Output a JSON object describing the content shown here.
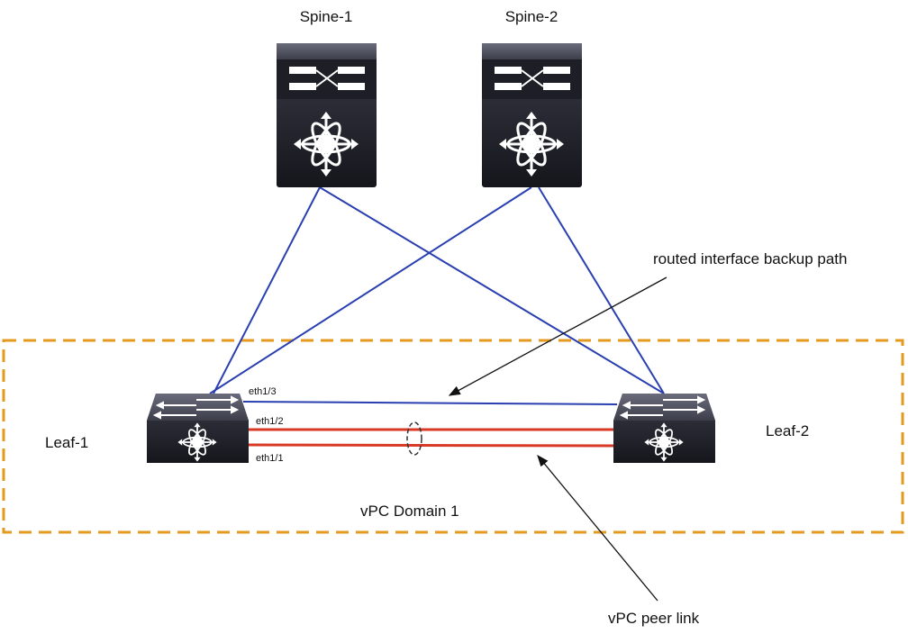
{
  "nodes": {
    "spine1": "Spine-1",
    "spine2": "Spine-2",
    "leaf1": "Leaf-1",
    "leaf2": "Leaf-2"
  },
  "interfaces": {
    "eth13": "eth1/3",
    "eth12": "eth1/2",
    "eth11": "eth1/1"
  },
  "domain_label": "vPC Domain 1",
  "annotations": {
    "backup_path": "routed interface backup path",
    "peer_link": "vPC peer link"
  },
  "colors": {
    "uplink": "#2a3fb0",
    "peer_link": "#d93a26",
    "domain_border": "#e39a1e",
    "switch_body": "#24252d"
  }
}
